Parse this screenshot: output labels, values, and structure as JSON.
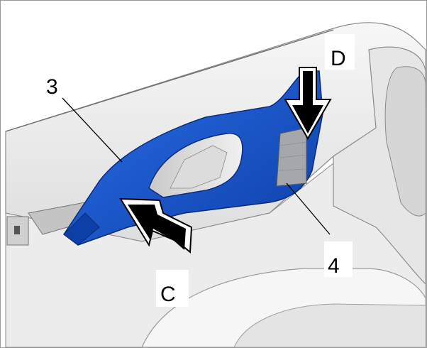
{
  "callouts": {
    "part_3": "3",
    "part_4": "4",
    "arrow_c": "C",
    "arrow_d": "D"
  },
  "colors": {
    "handle_blue": "#1f5fd6",
    "handle_dark": "#0b2f8c",
    "insert_gray": "#9ea3a8",
    "panel_light": "#f2f2f2",
    "panel_shade": "#d8d8d8"
  }
}
